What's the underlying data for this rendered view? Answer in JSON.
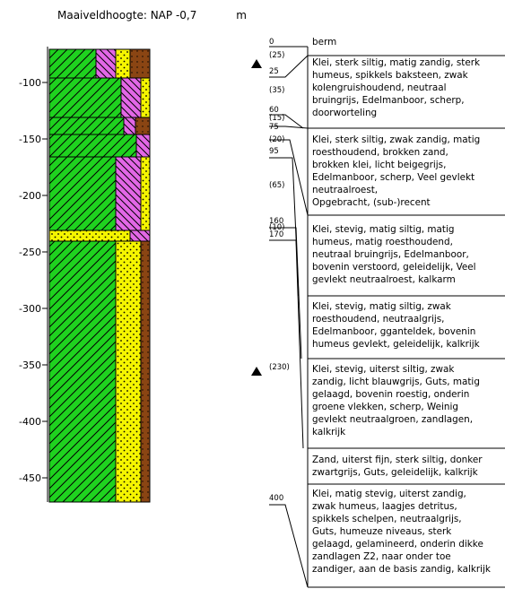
{
  "header": {
    "label": "Maaiveldhoogte:",
    "datum": "NAP",
    "value": "-0,7",
    "unit": "m"
  },
  "axis": {
    "ticks": [
      {
        "value": -100,
        "label": "-100-"
      },
      {
        "value": -150,
        "label": "-150-"
      },
      {
        "value": -200,
        "label": "-200-"
      },
      {
        "value": -250,
        "label": "-250-"
      },
      {
        "value": -300,
        "label": "-300-"
      },
      {
        "value": -350,
        "label": "-350-"
      },
      {
        "value": -400,
        "label": "-400-"
      },
      {
        "value": -450,
        "label": "-450-"
      }
    ]
  },
  "depth_labels": [
    {
      "text": "0"
    },
    {
      "text": "(25)"
    },
    {
      "text": "25"
    },
    {
      "text": "(35)"
    },
    {
      "text": "60"
    },
    {
      "text": "(15)"
    },
    {
      "text": "75"
    },
    {
      "text": "(20)"
    },
    {
      "text": "95"
    },
    {
      "text": "(65)"
    },
    {
      "text": "160"
    },
    {
      "text": "(10)"
    },
    {
      "text": "170"
    },
    {
      "text": "(230)"
    },
    {
      "text": "400"
    }
  ],
  "descriptions": [
    "berm",
    "Klei, sterk siltig, matig zandig, sterk\nhumeus, spikkels baksteen, zwak\nkolengruishoudend, neutraal\nbruingrijs, Edelmanboor, scherp,\ndoorworteling",
    "Klei, sterk siltig, zwak zandig, matig\nroesthoudend, brokken zand,\nbrokken klei, licht beigegrijs,\nEdelmanboor, scherp, Veel gevlekt\nneutraalroest,\nOpgebracht, (sub-)recent",
    "Klei, stevig, matig siltig, matig\nhumeus, matig roesthoudend,\nneutraal bruingrijs, Edelmanboor,\nbovenin verstoord, geleidelijk, Veel\ngevlekt neutraalroest, kalkarm",
    "Klei, stevig, matig siltig, zwak\nroesthoudend, neutraalgrijs,\nEdelmanboor, gganteldek, bovenin\nhumeus gevlekt, geleidelijk, kalkrijk",
    "Klei, stevig, uiterst siltig, zwak\nzandig, licht blauwgrijs, Guts, matig\ngelaagd, bovenin roestig, onderin\ngroene vlekken, scherp, Weinig\ngevlekt neutraalgroen, zandlagen,\nkalkrijk",
    "Zand, uiterst fijn, sterk siltig, donker\nzwartgrijs, Guts, geleidelijk, kalkrijk",
    "Klei, matig stevig, uiterst zandig,\nzwak humeus, laagjes detritus,\nspikkels schelpen, neutraalgrijs,\nGuts, humeuze niveaus, sterk\ngelaagd, gelamineerd, onderin dikke\nzandlagen Z2, naar onder toe\nzandiger, aan de basis zandig, kalkrijk"
  ],
  "colors": {
    "clay_green": "#1fd21f",
    "humus_pink": "#e267e6",
    "sand_yellow": "#f5f500",
    "peat_brown": "#8a4513",
    "marker": "#000000"
  },
  "icons": [
    "water-level-triangle-icon",
    "water-level-triangle-icon"
  ]
}
